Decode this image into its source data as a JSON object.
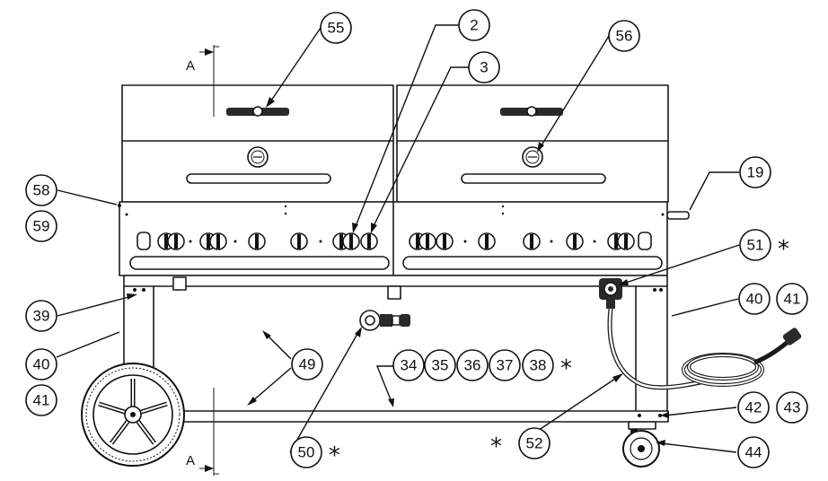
{
  "section_marks": [
    {
      "id": "top",
      "label": "A"
    },
    {
      "id": "bottom",
      "label": "A"
    }
  ],
  "callouts": [
    {
      "id": "c55",
      "label": "55"
    },
    {
      "id": "c2",
      "label": "2"
    },
    {
      "id": "c3",
      "label": "3"
    },
    {
      "id": "c56",
      "label": "56"
    },
    {
      "id": "c19",
      "label": "19"
    },
    {
      "id": "c58",
      "label": "58"
    },
    {
      "id": "c59",
      "label": "59"
    },
    {
      "id": "c51",
      "label": "51"
    },
    {
      "id": "c40r",
      "label": "40"
    },
    {
      "id": "c41r",
      "label": "41"
    },
    {
      "id": "c39",
      "label": "39"
    },
    {
      "id": "c40l",
      "label": "40"
    },
    {
      "id": "c41l",
      "label": "41"
    },
    {
      "id": "c49",
      "label": "49"
    },
    {
      "id": "c34",
      "label": "34"
    },
    {
      "id": "c35",
      "label": "35"
    },
    {
      "id": "c36",
      "label": "36"
    },
    {
      "id": "c37",
      "label": "37"
    },
    {
      "id": "c38",
      "label": "38"
    },
    {
      "id": "c42",
      "label": "42"
    },
    {
      "id": "c43",
      "label": "43"
    },
    {
      "id": "c50",
      "label": "50"
    },
    {
      "id": "c52",
      "label": "52"
    },
    {
      "id": "c44",
      "label": "44"
    }
  ],
  "asterisks": [
    {
      "id": "s51",
      "text": "*"
    },
    {
      "id": "s38",
      "text": "*"
    },
    {
      "id": "s50",
      "text": "*"
    },
    {
      "id": "s52",
      "text": "*"
    }
  ]
}
